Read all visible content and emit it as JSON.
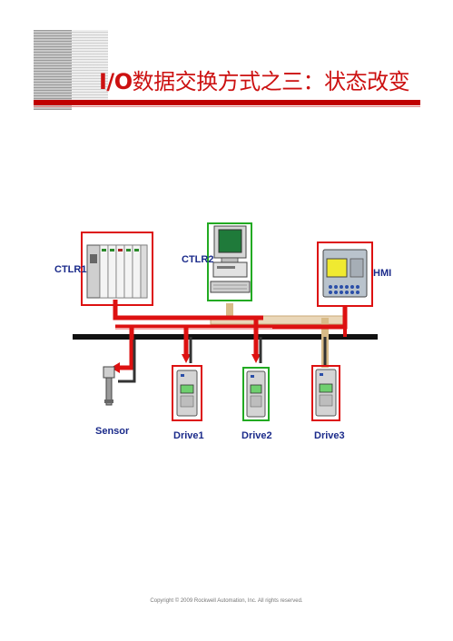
{
  "title": {
    "io": "I/O",
    "text": "数据交换方式之三：状态改变"
  },
  "labels": {
    "ctlr1": "CTLR1",
    "ctlr2": "CTLR2",
    "hmi": "HMI",
    "sensor": "Sensor",
    "drive1": "Drive1",
    "drive2": "Drive2",
    "drive3": "Drive3"
  },
  "footer": "Copyright © 2009 Rockwell Automation, Inc. All rights reserved.",
  "colors": {
    "title": "#cc1111",
    "controller_box": "#dd1111",
    "ctlr2_box": "#22aa22",
    "label": "#1a2a8a",
    "bus": "#111111",
    "red_path": "#dd1111",
    "tan_path": "#d8bb88"
  }
}
